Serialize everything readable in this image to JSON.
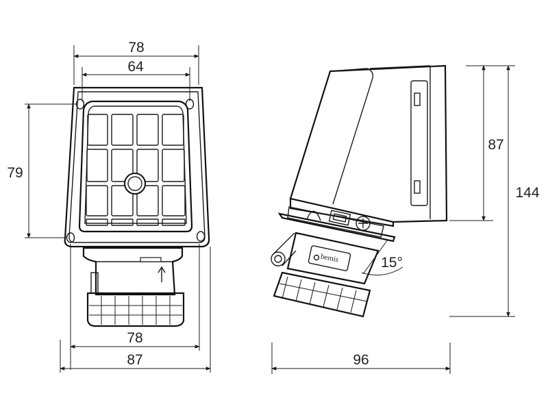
{
  "dimensions": {
    "front_top_width": "78",
    "front_hole_spacing": "64",
    "front_hole_vertical": "79",
    "front_bottom_width": "78",
    "front_total_width": "87",
    "side_depth": "96",
    "side_height_upper": "87",
    "side_total_height": "144",
    "tilt_angle": "15°"
  },
  "label": {
    "brand": "bemis"
  },
  "colors": {
    "line": "#1a1a1a",
    "background": "#ffffff"
  }
}
